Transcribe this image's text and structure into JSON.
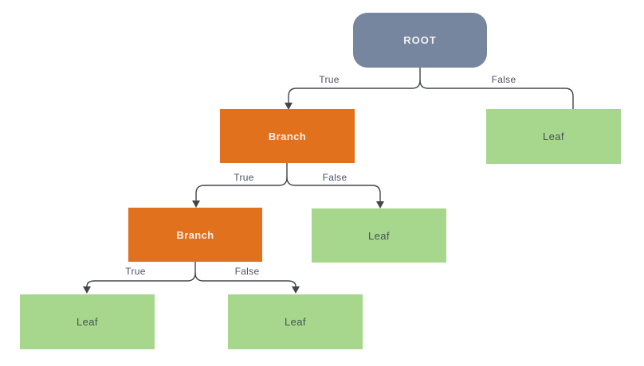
{
  "diagram": {
    "type": "decision-tree",
    "colors": {
      "root_fill": "#76869F",
      "root_text": "#F2F2F4",
      "branch_fill": "#E2711D",
      "branch_text": "#F9EFE6",
      "leaf_fill": "#A6D78C",
      "leaf_text": "#475059",
      "edge_stroke": "#42454A",
      "edge_label_text": "#4A5262",
      "background": "#FFFFFF"
    },
    "nodes": [
      {
        "id": "root",
        "kind": "root",
        "label": "ROOT"
      },
      {
        "id": "branch-1",
        "kind": "branch",
        "label": "Branch"
      },
      {
        "id": "leaf-1",
        "kind": "leaf",
        "label": "Leaf"
      },
      {
        "id": "branch-2",
        "kind": "branch",
        "label": "Branch"
      },
      {
        "id": "leaf-2",
        "kind": "leaf",
        "label": "Leaf"
      },
      {
        "id": "leaf-3",
        "kind": "leaf",
        "label": "Leaf"
      },
      {
        "id": "leaf-4",
        "kind": "leaf",
        "label": "Leaf"
      }
    ],
    "edges": [
      {
        "from": "root",
        "to": "branch-1",
        "label": "True",
        "arrowhead": true
      },
      {
        "from": "root",
        "to": "leaf-1",
        "label": "False",
        "arrowhead": false
      },
      {
        "from": "branch-1",
        "to": "branch-2",
        "label": "True",
        "arrowhead": true
      },
      {
        "from": "branch-1",
        "to": "leaf-2",
        "label": "False",
        "arrowhead": true
      },
      {
        "from": "branch-2",
        "to": "leaf-3",
        "label": "True",
        "arrowhead": true
      },
      {
        "from": "branch-2",
        "to": "leaf-4",
        "label": "False",
        "arrowhead": true
      }
    ]
  }
}
